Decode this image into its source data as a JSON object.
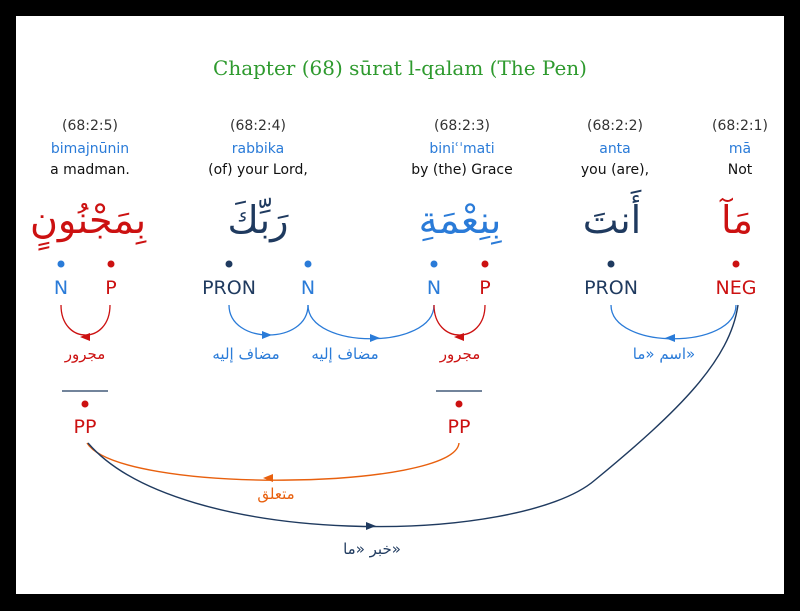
{
  "title": "Chapter (68) sūrat l-qalam (The Pen)",
  "words": [
    {
      "loc": "(68:2:5)",
      "translit": "bimajnūnin",
      "gloss": "a madman.",
      "arabic": "بِمَجْنُونٍ"
    },
    {
      "loc": "(68:2:4)",
      "translit": "rabbika",
      "gloss": "(of) your Lord,",
      "arabic": "رَبِّكَ"
    },
    {
      "loc": "(68:2:3)",
      "translit": "biniʿˈmati",
      "gloss": "by (the) Grace",
      "arabic": "بِنِعْمَةِ"
    },
    {
      "loc": "(68:2:2)",
      "translit": "anta",
      "gloss": "you (are),",
      "arabic": "أَنتَ"
    },
    {
      "loc": "(68:2:1)",
      "translit": "mā",
      "gloss": "Not",
      "arabic": "مَآ"
    }
  ],
  "tags": {
    "w5_n": "N",
    "w5_p": "P",
    "w4_pron": "PRON",
    "w4_n": "N",
    "w3_n": "N",
    "w3_p": "P",
    "w2_pron": "PRON",
    "w1_neg": "NEG",
    "pp_left": "PP",
    "pp_right": "PP"
  },
  "relations": {
    "majrur_left": "مجرور",
    "mudaf_ilayh_1": "مضاف إليه",
    "mudaf_ilayh_2": "مضاف إليه",
    "majrur_right": "مجرور",
    "ism_ma": "اسم «ما»",
    "mutaalliq": "متعلق",
    "khabar_ma": "خبر «ما»"
  },
  "colors": {
    "blue": "#2a7bd8",
    "red": "#cc1111",
    "navy": "#1f3a5f",
    "orange": "#e8600e",
    "green": "#2e9a2e"
  }
}
